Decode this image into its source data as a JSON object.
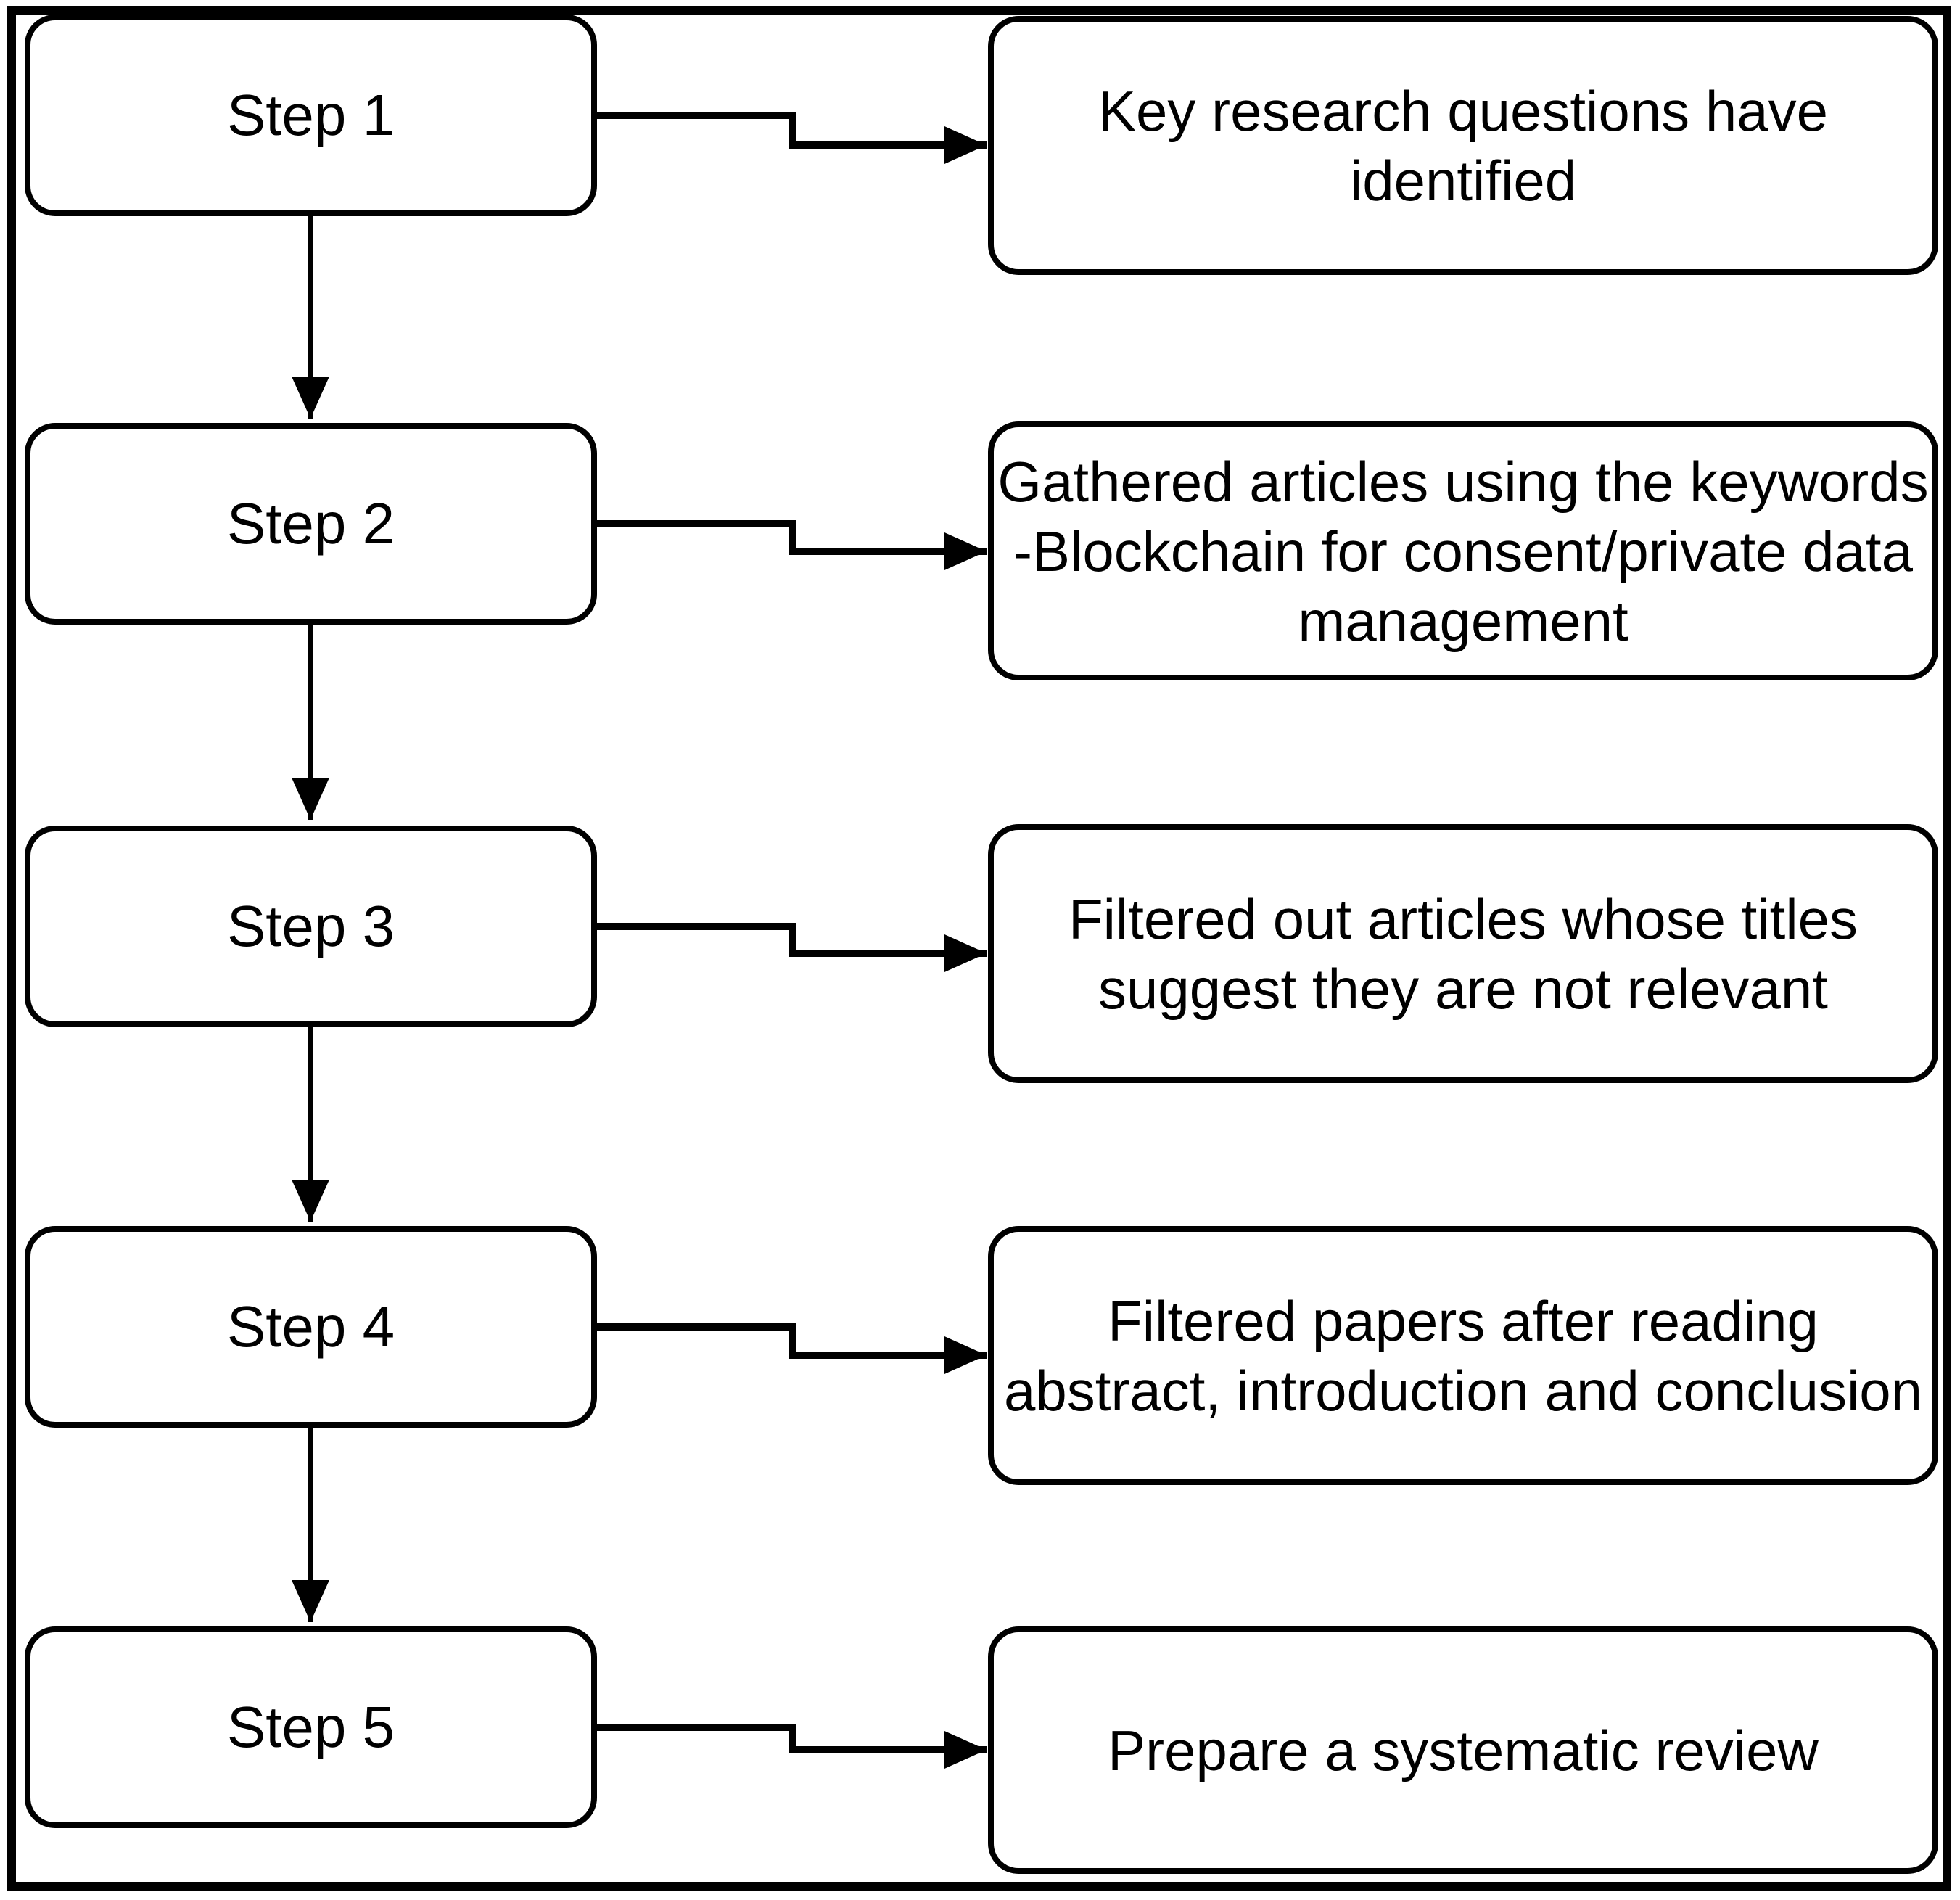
{
  "diagram": {
    "type": "flowchart",
    "background_color": "#ffffff",
    "line_color": "#000000",
    "text_color": "#000000",
    "box_fill": "#ffffff",
    "steps": [
      {
        "label": "Step 1",
        "description": "Key research questions have identified",
        "description_lines": [
          "Key research questions have",
          "identified"
        ]
      },
      {
        "label": "Step 2",
        "description": "Gathered articles using the keywords -Blockchain for consent/private data management",
        "description_lines": [
          "Gathered articles using the keywords",
          "-Blockchain for consent/private data",
          "management"
        ]
      },
      {
        "label": "Step 3",
        "description": "Filtered out articles whose titles suggest they are not relevant",
        "description_lines": [
          "Filtered out articles whose titles",
          "suggest they are not relevant"
        ]
      },
      {
        "label": "Step 4",
        "description": "Filtered papers after reading abstract, introduction and conclusion",
        "description_lines": [
          "Filtered papers after reading",
          "abstract, introduction and conclusion"
        ]
      },
      {
        "label": "Step 5",
        "description": "Prepare a systematic review",
        "description_lines": [
          "Prepare a systematic review"
        ]
      }
    ]
  }
}
